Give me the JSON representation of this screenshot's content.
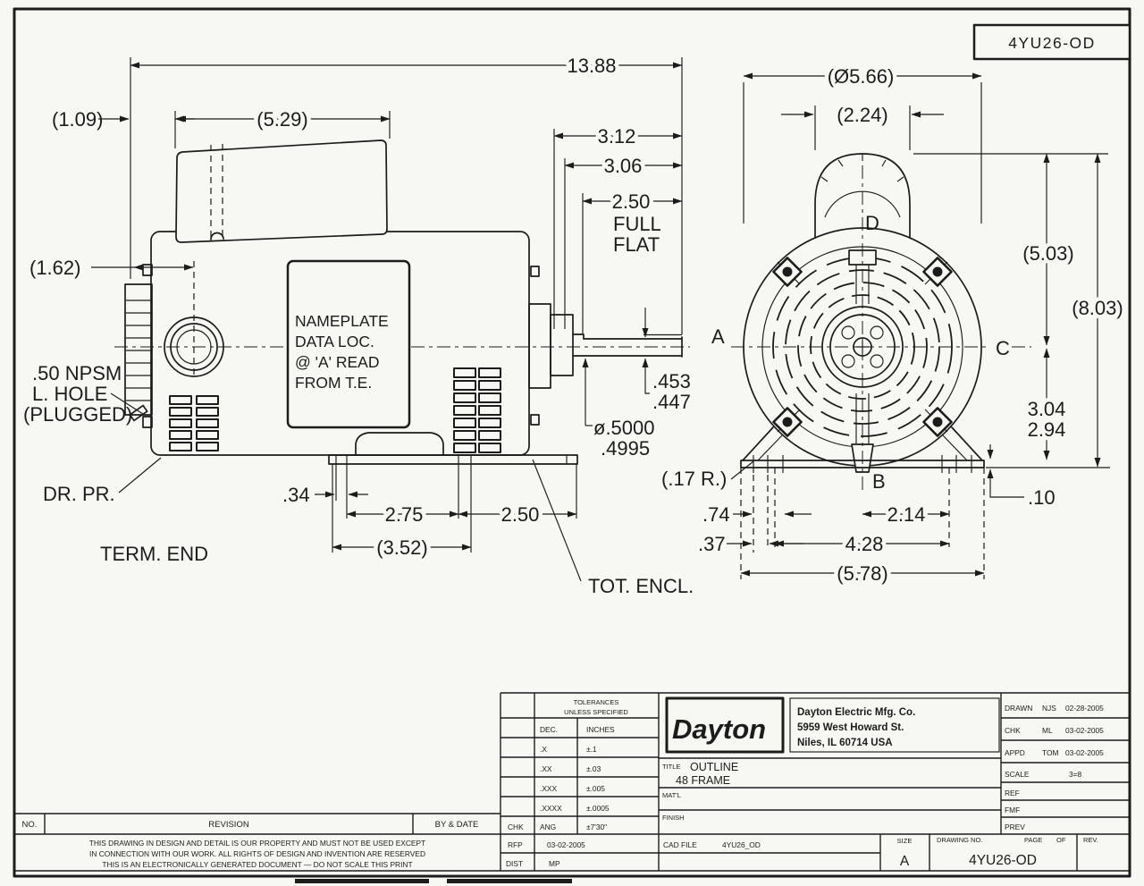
{
  "page": {
    "number_box": "4YU26-OD",
    "ink": "#1c1c1c",
    "paper": "#f7f7f3"
  },
  "side": {
    "len_overall": "13.88",
    "cond_off": "(1.09)",
    "cond_len": "(5.29)",
    "boss_off": "(1.62)",
    "shaft_312": "3.12",
    "shaft_306": "3.06",
    "shaft_250": "2.50",
    "full": "FULL",
    "flat": "FLAT",
    "flat_453": ".453",
    "flat_447": ".447",
    "dia_5000": "ø.5000",
    "dia_4995": ".4995",
    "base_34": ".34",
    "base_275": "2.75",
    "base_250": "2.50",
    "base_352": "(3.52)",
    "np1": "NAMEPLATE",
    "np2": "DATA LOC.",
    "np3": "@ 'A' READ",
    "np4": "FROM T.E.",
    "npsm1": ".50 NPSM",
    "npsm2": "L. HOLE",
    "npsm3": "(PLUGGED)",
    "drpr": "DR. PR.",
    "term_end": "TERM. END",
    "tot_encl": "TOT. ENCL."
  },
  "end": {
    "od": "(Ø5.66)",
    "cond_w": "(2.24)",
    "h_503": "(5.03)",
    "h_803": "(8.03)",
    "h_304": "3.04",
    "h_294": "2.94",
    "foot_r": "(.17 R.)",
    "s_74": ".74",
    "s_37": ".37",
    "w_214": "2.14",
    "w_428": "4.28",
    "w_578": "(5.78)",
    "t_10": ".10",
    "A": "A",
    "B": "B",
    "C": "C",
    "D": "D"
  },
  "tb": {
    "no_label": "NO.",
    "revision_label": "REVISION",
    "by_date_label": "BY & DATE",
    "notes": [
      "THIS DRAWING IN DESIGN AND DETAIL IS OUR PROPERTY AND MUST NOT BE USED EXCEPT",
      "IN CONNECTION WITH OUR WORK. ALL RIGHTS OF DESIGN AND INVENTION ARE RESERVED",
      "THIS IS AN ELECTRONICALLY GENERATED DOCUMENT — DO NOT SCALE THIS PRINT"
    ],
    "tol": {
      "header1": "TOLERANCES",
      "header2": "UNLESS SPECIFIED",
      "dec": "DEC.",
      "inches": "INCHES",
      "rows": [
        {
          "d": ".X",
          "i": "±.1"
        },
        {
          "d": ".XX",
          "i": "±.03"
        },
        {
          "d": ".XXX",
          "i": "±.005"
        },
        {
          "d": ".XXXX",
          "i": "±.0005"
        }
      ],
      "chk": "CHK",
      "ang": "ANG",
      "ang_val": "±7'30\""
    },
    "rfp_label": "RFP",
    "rfp_date": "03-02-2005",
    "dist_label": "DIST",
    "dist_value": "MP",
    "cad_label": "CAD FILE",
    "cad_value": "4YU26_OD",
    "company": {
      "logo": "Dayton",
      "name": "Dayton Electric Mfg. Co.",
      "addr1": "5959 West Howard St.",
      "addr2": "Niles, IL 60714   USA"
    },
    "title_label": "TITLE",
    "title1": "OUTLINE",
    "title2": "48 FRAME",
    "matl_label": "MAT'L",
    "finish_label": "FINISH",
    "appr": [
      {
        "label": "DRAWN",
        "by": "NJS",
        "date": "02-28-2005"
      },
      {
        "label": "CHK",
        "by": "ML",
        "date": "03-02-2005"
      },
      {
        "label": "APPD",
        "by": "TOM",
        "date": "03-02-2005"
      }
    ],
    "scale_label": "SCALE",
    "scale_value": "3=8",
    "ref_label": "REF",
    "fmf_label": "FMF",
    "prev_label": "PREV",
    "size_label": "SIZE",
    "size_value": "A",
    "dno_label": "DRAWING NO.",
    "page_label": "PAGE",
    "of_label": "OF",
    "rev_label": "REV.",
    "dno_value": "4YU26-OD"
  }
}
